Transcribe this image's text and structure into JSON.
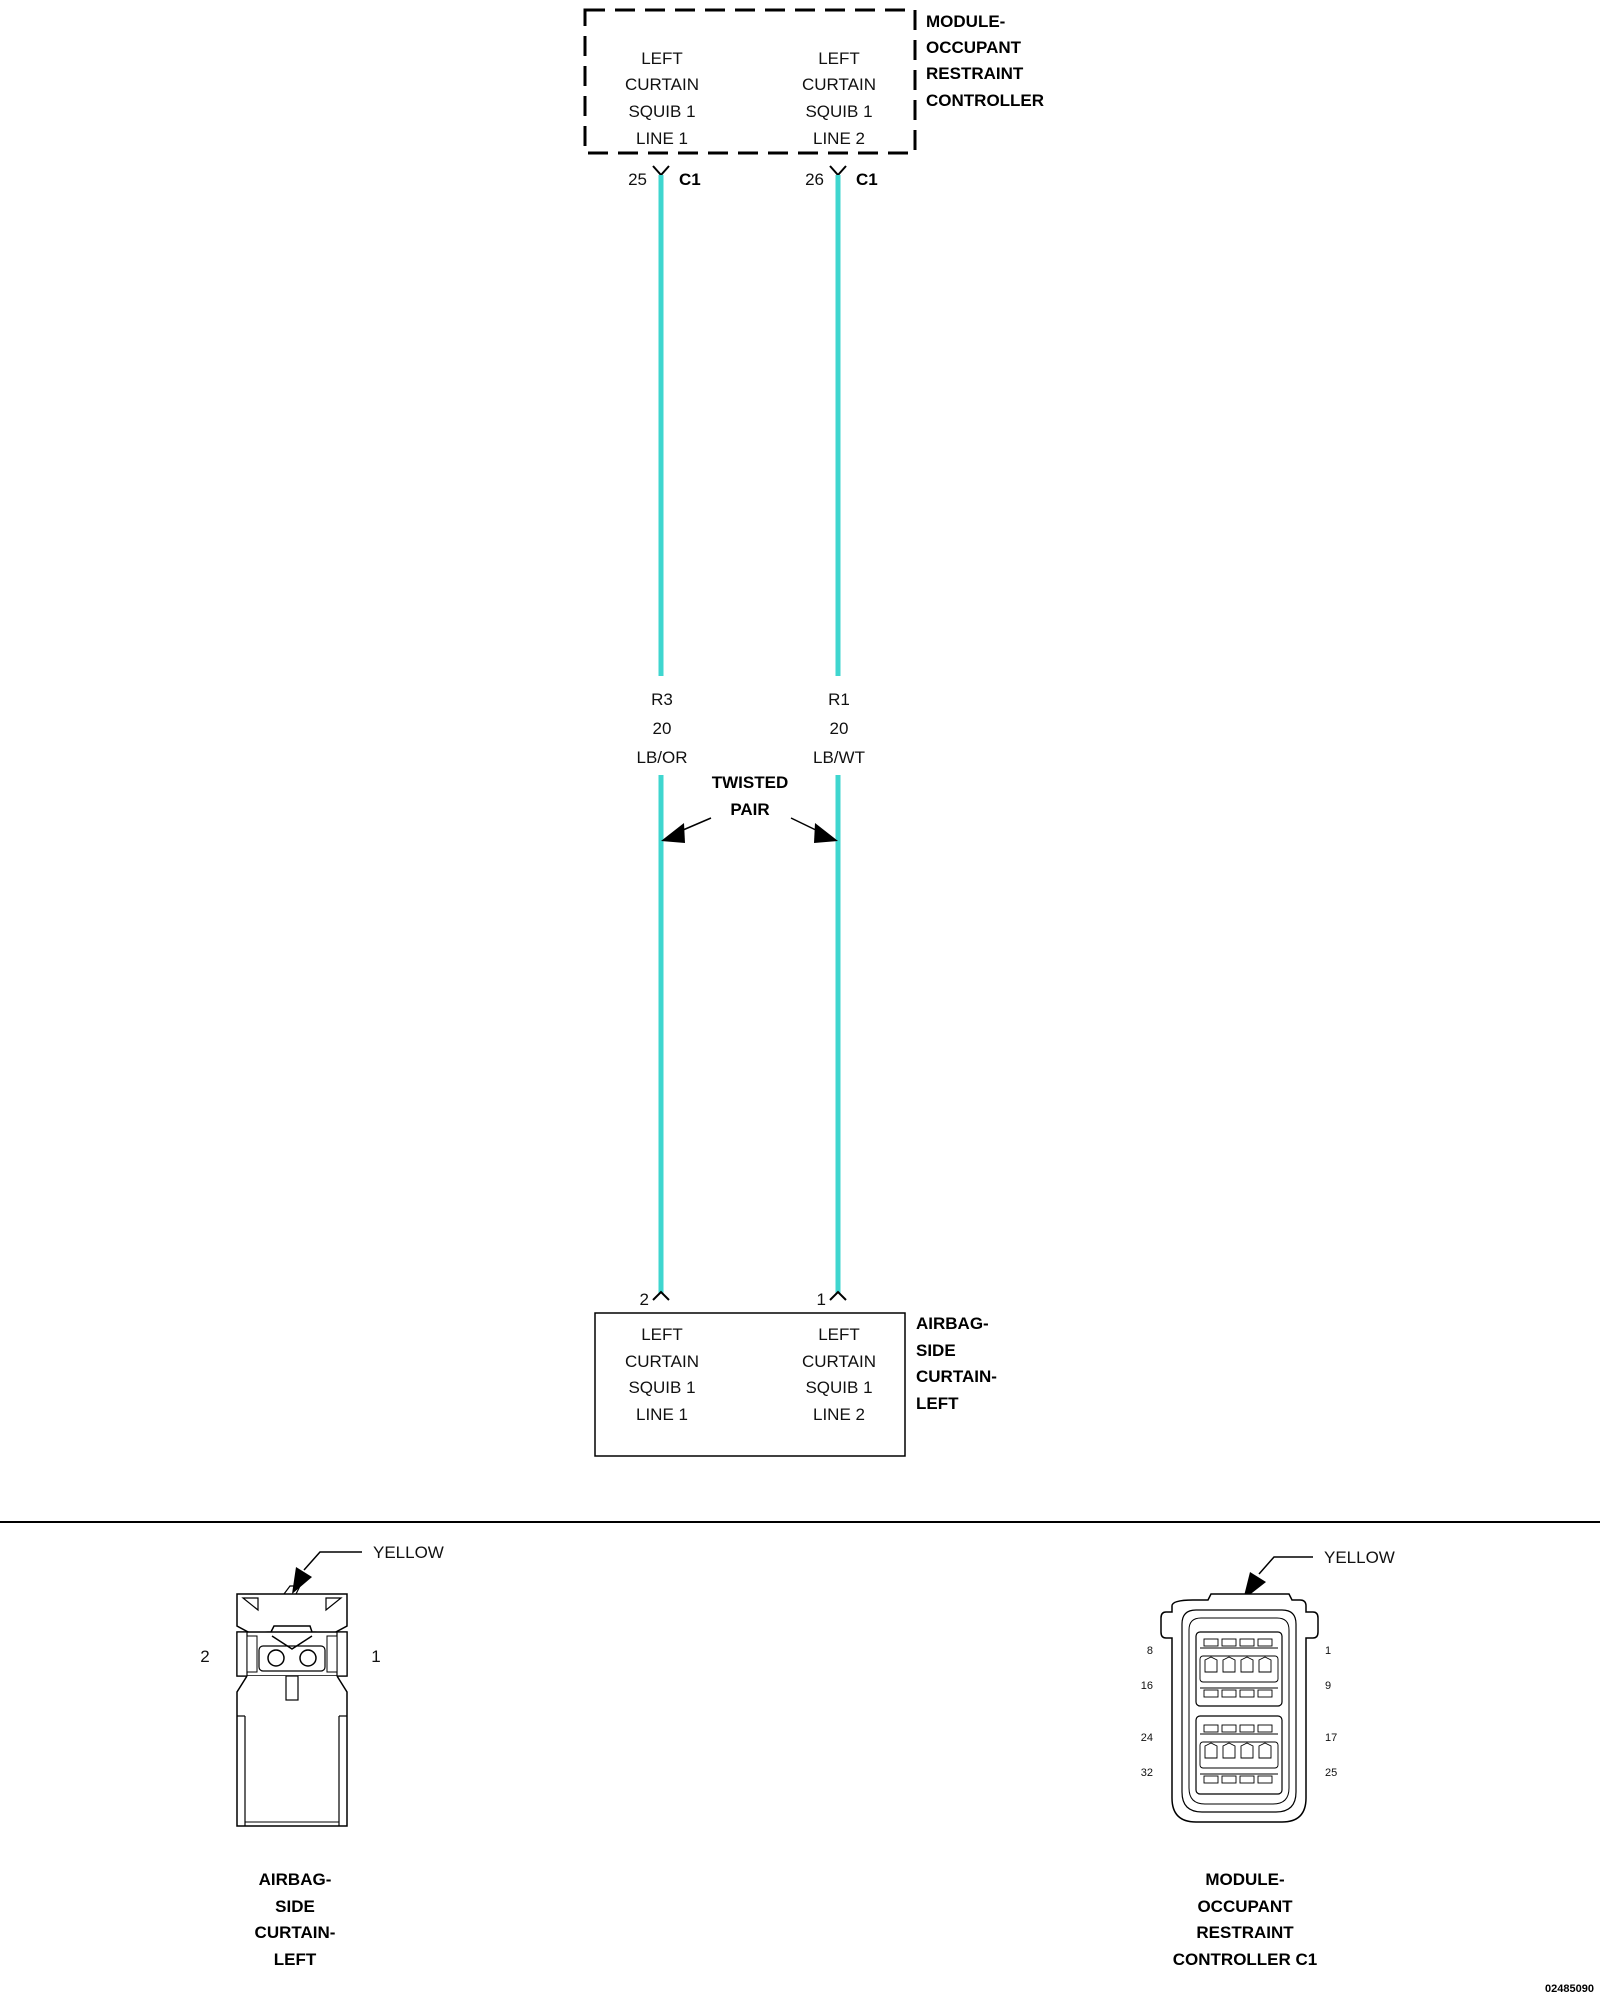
{
  "module": {
    "name_lines": [
      "MODULE-",
      "OCCUPANT",
      "RESTRAINT",
      "CONTROLLER"
    ],
    "left_cell": [
      "LEFT",
      "CURTAIN",
      "SQUIB 1",
      "LINE 1"
    ],
    "right_cell": [
      "LEFT",
      "CURTAIN",
      "SQUIB 1",
      "LINE 2"
    ],
    "pin_left": "25",
    "pin_right": "26",
    "connector_left": "C1",
    "connector_right": "C1"
  },
  "wires": {
    "color": "#3fd6cf",
    "left": [
      "R3",
      "20",
      "LB/OR"
    ],
    "right": [
      "R1",
      "20",
      "LB/WT"
    ],
    "twisted_pair": [
      "TWISTED",
      "PAIR"
    ]
  },
  "airbag": {
    "name_lines": [
      "AIRBAG-",
      "SIDE",
      "CURTAIN-",
      "LEFT"
    ],
    "left_cell": [
      "LEFT",
      "CURTAIN",
      "SQUIB 1",
      "LINE 1"
    ],
    "right_cell": [
      "LEFT",
      "CURTAIN",
      "SQUIB 1",
      "LINE 2"
    ],
    "pin_left": "2",
    "pin_right": "1"
  },
  "connector_views": {
    "airbag": {
      "color_label": "YELLOW",
      "pin_left": "2",
      "pin_right": "1",
      "caption": [
        "AIRBAG-",
        "SIDE",
        "CURTAIN-",
        "LEFT"
      ]
    },
    "module": {
      "color_label": "YELLOW",
      "pins_left": [
        "8",
        "16",
        "24",
        "32"
      ],
      "pins_right": [
        "1",
        "9",
        "17",
        "25"
      ],
      "caption": [
        "MODULE-",
        "OCCUPANT",
        "RESTRAINT",
        "CONTROLLER C1"
      ]
    }
  },
  "drawing_id": "02485090"
}
